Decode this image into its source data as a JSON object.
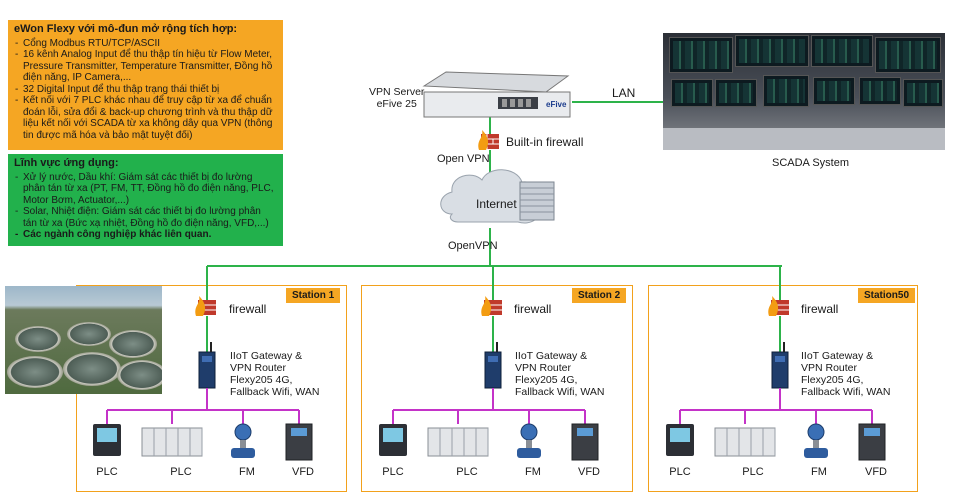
{
  "info_box": {
    "title": "eWon Flexy với mô-đun mở rộng tích hợp:",
    "items": [
      "Cổng Modbus RTU/TCP/ASCII",
      "16 kênh Analog Input để thu thập tín hiệu từ Flow Meter, Pressure Transmitter, Temperature Transmitter, Đồng hồ điện năng, IP Camera,...",
      "32 Digital Input để thu thập trạng thái thiết bị",
      "Kết nối với 7 PLC khác nhau để truy cập từ xa để chuẩn đoán lỗi, sửa đổi & back-up chương trình và thu thập dữ liệu kết nối với SCADA từ xa không dây qua VPN (thông tin được mã hóa và bảo mật tuyệt đối)"
    ]
  },
  "app_box": {
    "title": "Lĩnh vực ứng dụng:",
    "items": [
      "Xử lý nước, Dầu khí: Giám sát các thiết bị đo lường phân tán từ xa (PT, FM, TT, Đồng hồ đo điện năng, PLC, Motor Bơm, Actuator,...)",
      "Solar, Nhiệt điện: Giám sát các thiết bị đo lường phân tán từ xa (Bức xạ nhiệt, Đồng hồ đo điện năng, VFD,...)",
      "Các ngành công nghiệp khác liên quan."
    ]
  },
  "top": {
    "vpn_server": "VPN Server\neFive 25",
    "efive_logo": "eFive",
    "lan": "LAN",
    "builtin_firewall": "Built-in firewall",
    "open_vpn": "Open VPN",
    "internet": "Internet",
    "openvpn": "OpenVPN",
    "scada": "SCADA System"
  },
  "colors": {
    "orange": "#f5a623",
    "green": "#22b14c",
    "link_green": "#2db34a",
    "bus_magenta": "#c433c8"
  },
  "stations": [
    {
      "name": "Station 1",
      "firewall": "firewall",
      "gateway": "IIoT Gateway &\nVPN Router\nFlexy205 4G,\nFallback Wifi, WAN",
      "devices": [
        "PLC",
        "PLC",
        "FM",
        "VFD"
      ]
    },
    {
      "name": "Station 2",
      "firewall": "firewall",
      "gateway": "IIoT Gateway &\nVPN Router\nFlexy205 4G,\nFallback Wifi, WAN",
      "devices": [
        "PLC",
        "PLC",
        "FM",
        "VFD"
      ]
    },
    {
      "name": "Station50",
      "firewall": "firewall",
      "gateway": "IIoT Gateway &\nVPN Router\nFlexy205 4G,\nFallback Wifi, WAN",
      "devices": [
        "PLC",
        "PLC",
        "FM",
        "VFD"
      ]
    }
  ]
}
